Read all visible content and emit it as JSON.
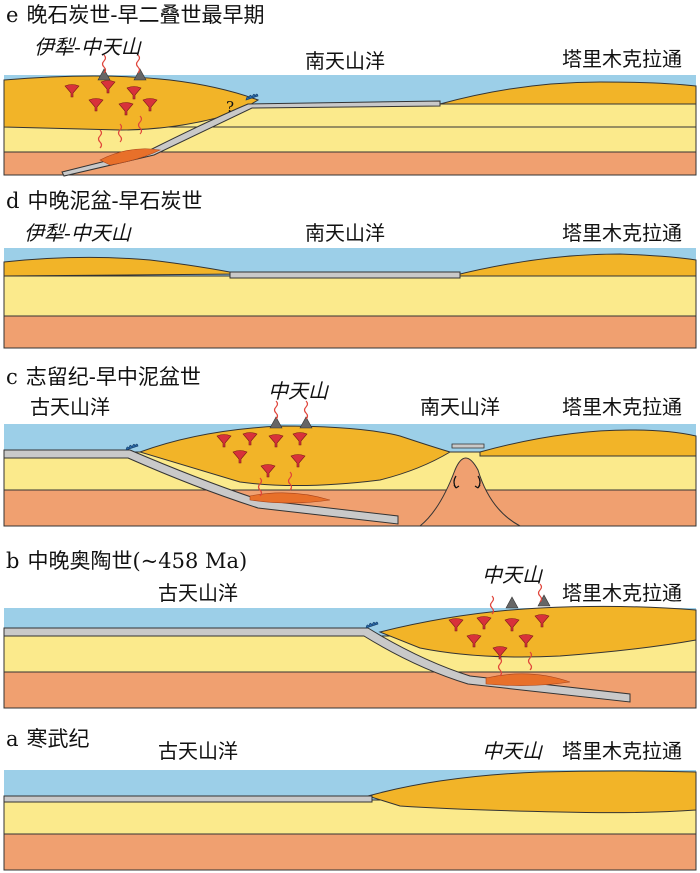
{
  "diagram": {
    "panels": {
      "e": {
        "letter": "e",
        "title": "晚石炭世-早二叠世最早期",
        "label_left": "伊犁-中天山",
        "label_mid": "南天山洋",
        "label_right": "塔里木克拉通",
        "question_mark": "?"
      },
      "d": {
        "letter": "d",
        "title": "中晚泥盆-早石炭世",
        "label_left": "伊犁-中天山",
        "label_mid": "南天山洋",
        "label_right": "塔里木克拉通"
      },
      "c": {
        "letter": "c",
        "title": "志留纪-早中泥盆世",
        "label_left": "古天山洋",
        "label_arc": "中天山",
        "label_mid": "南天山洋",
        "label_right": "塔里木克拉通"
      },
      "b": {
        "letter": "b",
        "title": "中晚奥陶世(~458 Ma)",
        "label_mid": "古天山洋",
        "label_arc": "中天山",
        "label_right": "塔里木克拉通"
      },
      "a": {
        "letter": "a",
        "title": "寒武纪",
        "label_mid": "古天山洋",
        "label_arc": "中天山",
        "label_right": "塔里木克拉通"
      }
    },
    "colors": {
      "ocean": "#9ccfe8",
      "upper_crust": "#f2b428",
      "lower_crust": "#fbea8c",
      "mantle": "#f0a070",
      "ocean_floor": "#c9c9c9",
      "magma": "#e8702a",
      "pluton": "#d8323a",
      "volcano": "#666666"
    }
  }
}
